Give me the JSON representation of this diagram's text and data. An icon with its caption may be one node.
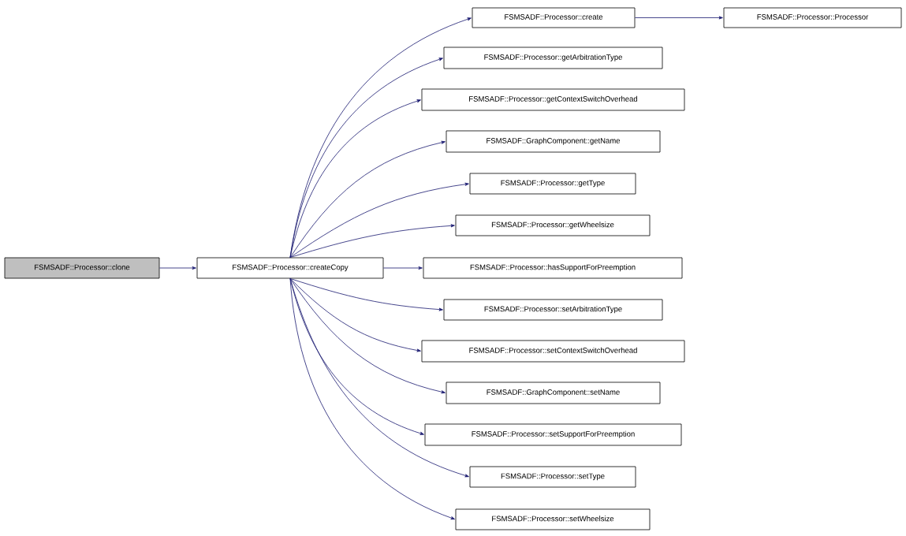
{
  "diagram": {
    "nodes": [
      {
        "text": [
          "FSMSADF::Processor::clone"
        ]
      },
      {
        "text": [
          "FSMSADF::Processor::createCopy"
        ]
      },
      {
        "text": [
          "FSMSADF::Processor::create"
        ]
      },
      {
        "text": [
          "FSMSADF::Processor::Processor"
        ]
      },
      {
        "text": [
          "FSMSADF::Processor::getArbitrationType"
        ]
      },
      {
        "text": [
          "FSMSADF::Processor::getContextSwitchOverhead"
        ]
      },
      {
        "text": [
          "FSMSADF::GraphComponent::getName"
        ]
      },
      {
        "text": [
          "FSMSADF::Processor::getType"
        ]
      },
      {
        "text": [
          "FSMSADF::Processor::getWheelsize"
        ]
      },
      {
        "text": [
          "FSMSADF::Processor::hasSupportForPreemption"
        ]
      },
      {
        "text": [
          "FSMSADF::Processor::setArbitrationType"
        ]
      },
      {
        "text": [
          "FSMSADF::Processor::setContextSwitchOverhead"
        ]
      },
      {
        "text": [
          "FSMSADF::GraphComponent::setName"
        ]
      },
      {
        "text": [
          "FSMSADF::Processor::setSupportForPreemption"
        ]
      },
      {
        "text": [
          "FSMSADF::Processor::setType"
        ]
      },
      {
        "text": [
          "FSMSADF::Processor::setWheelsize"
        ]
      }
    ],
    "edges": [
      {
        "from": 0,
        "to": 1,
        "arrow": "to"
      },
      {
        "from": 1,
        "to": 2,
        "arrow": "to"
      },
      {
        "from": 1,
        "to": 4,
        "arrow": "to"
      },
      {
        "from": 1,
        "to": 5,
        "arrow": "to"
      },
      {
        "from": 1,
        "to": 6,
        "arrow": "to"
      },
      {
        "from": 1,
        "to": 7,
        "arrow": "to"
      },
      {
        "from": 1,
        "to": 8,
        "arrow": "to"
      },
      {
        "from": 1,
        "to": 9,
        "arrow": "to"
      },
      {
        "from": 1,
        "to": 10,
        "arrow": "to"
      },
      {
        "from": 1,
        "to": 11,
        "arrow": "to"
      },
      {
        "from": 1,
        "to": 12,
        "arrow": "to"
      },
      {
        "from": 1,
        "to": 13,
        "arrow": "to"
      },
      {
        "from": 1,
        "to": 14,
        "arrow": "to"
      },
      {
        "from": 1,
        "to": 15,
        "arrow": "to"
      },
      {
        "from": 2,
        "to": 3,
        "arrow": "to"
      }
    ]
  }
}
